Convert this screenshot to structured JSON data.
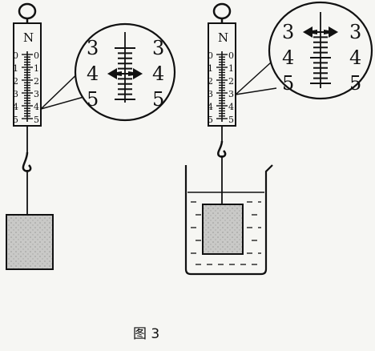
{
  "scale": {
    "unit": "N",
    "ticks": [
      "0",
      "1",
      "2",
      "3",
      "4",
      "5"
    ],
    "magnified_ticks": [
      "3",
      "4",
      "5"
    ]
  },
  "readings": {
    "in_air": 4,
    "in_water": 3
  },
  "caption": "图 3"
}
